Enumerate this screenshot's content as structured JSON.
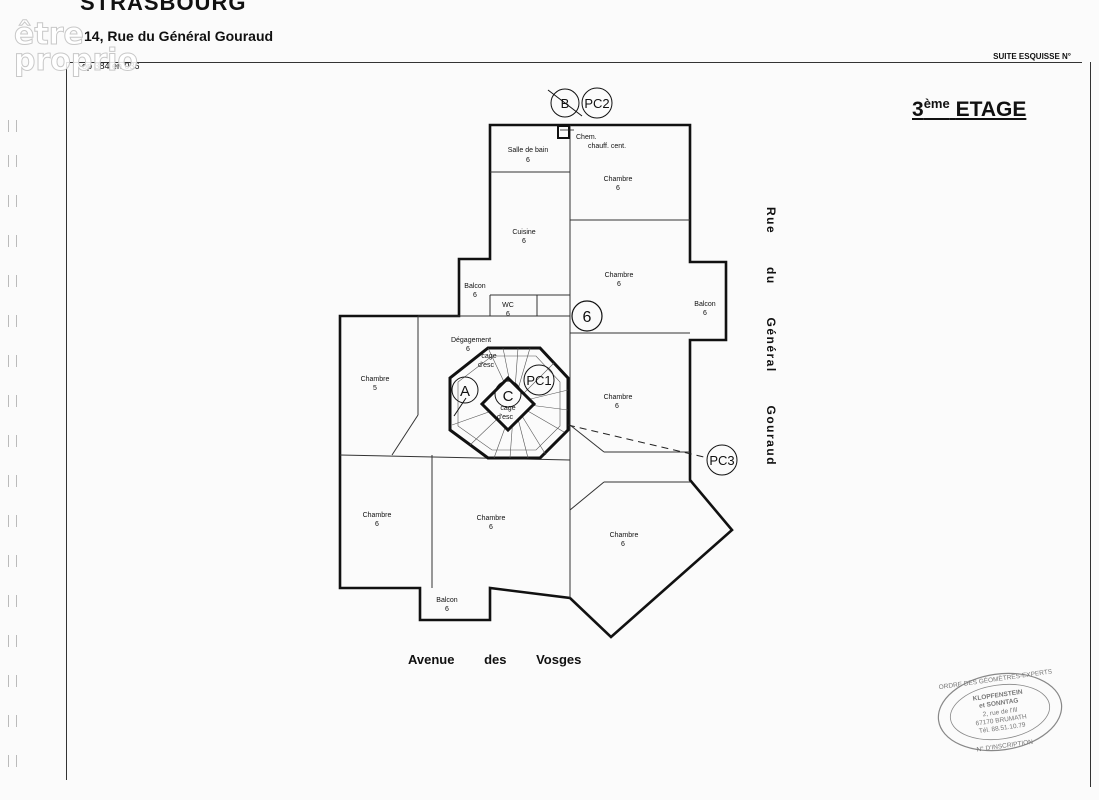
{
  "header": {
    "city": "STRASBOURG",
    "street": "14, Rue du Général Gouraud",
    "reference": "op 384 en 036",
    "watermark_line1": "être",
    "watermark_line2": "proprio",
    "suite_label": "SUITE ESQUISSE N°"
  },
  "floor_label": {
    "number": "3",
    "suffix": "ème",
    "word": "ETAGE"
  },
  "streets": {
    "right": "Rue du Général Gouraud",
    "bottom": "Avenue des Vosges"
  },
  "rooms": {
    "salle_de_bain": {
      "name": "Salle de bain",
      "num": "6"
    },
    "chem": {
      "name1": "Chem.",
      "name2": "chauff. cent."
    },
    "chambre_ne": {
      "name": "Chambre",
      "num": "6"
    },
    "cuisine": {
      "name": "Cuisine",
      "num": "6"
    },
    "chambre_e": {
      "name": "Chambre",
      "num": "6"
    },
    "balcon_w": {
      "name": "Balcon",
      "num": "6"
    },
    "wc": {
      "name": "WC",
      "num": "6"
    },
    "balcon_e": {
      "name": "Balcon",
      "num": "6"
    },
    "degagement": {
      "name": "Dégagement",
      "num": "6"
    },
    "cage_esc_1": {
      "name1": "cage",
      "name2": "d'esc"
    },
    "cage_esc_2": {
      "name1": "cage",
      "name2": "d'esc"
    },
    "chambre_w": {
      "name": "Chambre",
      "num": "5"
    },
    "chambre_se": {
      "name": "Chambre",
      "num": "6"
    },
    "chambre_sw": {
      "name": "Chambre",
      "num": "6"
    },
    "chambre_s": {
      "name": "Chambre",
      "num": "6"
    },
    "chambre_pt": {
      "name": "Chambre",
      "num": "6"
    },
    "balcon_s": {
      "name": "Balcon",
      "num": "6"
    }
  },
  "markers": {
    "lot": "6",
    "a": "A",
    "b": "B",
    "c": "C",
    "pc1": "PC1",
    "pc2": "PC2",
    "pc3": "PC3"
  },
  "stamp": {
    "ring_top": "ORDRE DES GÉOMÈTRES-EXPERTS",
    "ring_bottom": "N° D'INSCRIPTION",
    "line1": "KLOPFENSTEIN",
    "line2": "et SONNTAG",
    "line3": "2, rue de l'Ill",
    "line4": "67170 BRUMATH",
    "line5": "Tél. 88.51.10.79"
  }
}
